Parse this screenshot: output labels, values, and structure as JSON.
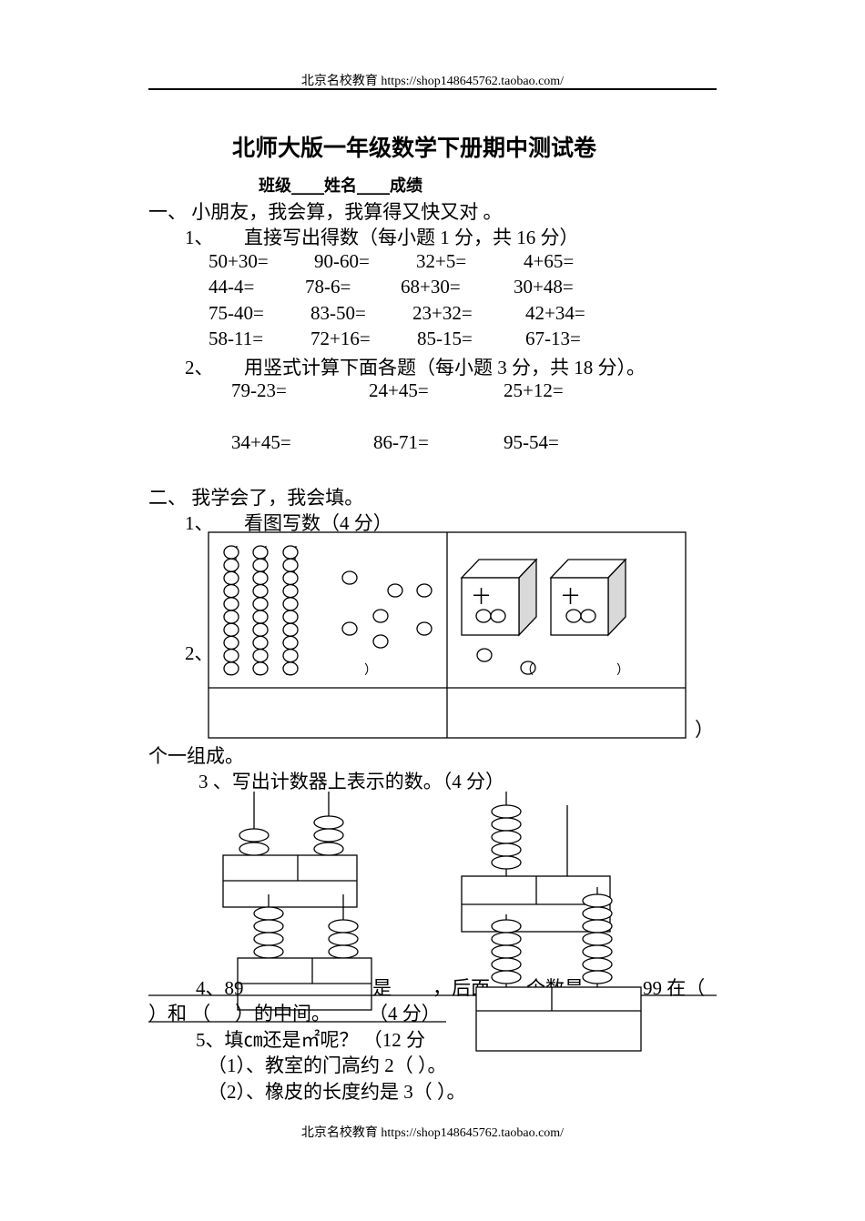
{
  "header": {
    "text": "北京名校教育 https://shop148645762.taobao.com/"
  },
  "footer": {
    "text": "北京名校教育 https://shop148645762.taobao.com/"
  },
  "title": "北师大版一年级数学下册期中测试卷",
  "info": "班级____姓名____成绩",
  "section1": {
    "heading": "一、  小朋友，我会算，我算得又快又对 。",
    "q1_label": "1、",
    "q1_text": "直接写出得数（每小题 1 分，共 16 分）",
    "q1_rows": [
      [
        "50+30=",
        "90-60=",
        "32+5=",
        "4+65="
      ],
      [
        "44-4=",
        "78-6=",
        "68+30=",
        "30+48="
      ],
      [
        "75-40=",
        "83-50=",
        "23+32=",
        "42+34="
      ],
      [
        "58-11=",
        "72+16=",
        "85-15=",
        "67-13="
      ]
    ],
    "q2_label": "2、",
    "q2_text": "用竖式计算下面各题（每小题 3 分，共 18 分）。",
    "q2_rows": [
      [
        "79-23=",
        "24+45=",
        "25+12="
      ],
      [
        "34+45=",
        "86-71=",
        "95-54="
      ]
    ]
  },
  "section2": {
    "heading": "二、  我学会了，我会填。",
    "q1_label": "1、",
    "q1_text": "看图写数（4 分）",
    "q2_label": "2、",
    "box_ten_label": "十",
    "paren_close": "）",
    "paren_open": "（",
    "q2_tail": "个一组成。",
    "q3": "3 、写出计数器上表示的数。（4 分）",
    "q4_start": "4、89",
    "q4_mid": "是",
    "q4_blank": "____",
    "q4_after": "，后面",
    "q4_frag": "个数是",
    "q4_end": "99 在（",
    "q4_line2a": "）和 （",
    "q4_line2b": "）的中间。",
    "q4_score": "（4 分）",
    "q5": "5、填㎝还是㎡呢？  （12 分",
    "q5_1": "（1）、教室的门高约 2（   ）。",
    "q5_2": "（2）、橡皮的长度约是 3（   ）。"
  }
}
